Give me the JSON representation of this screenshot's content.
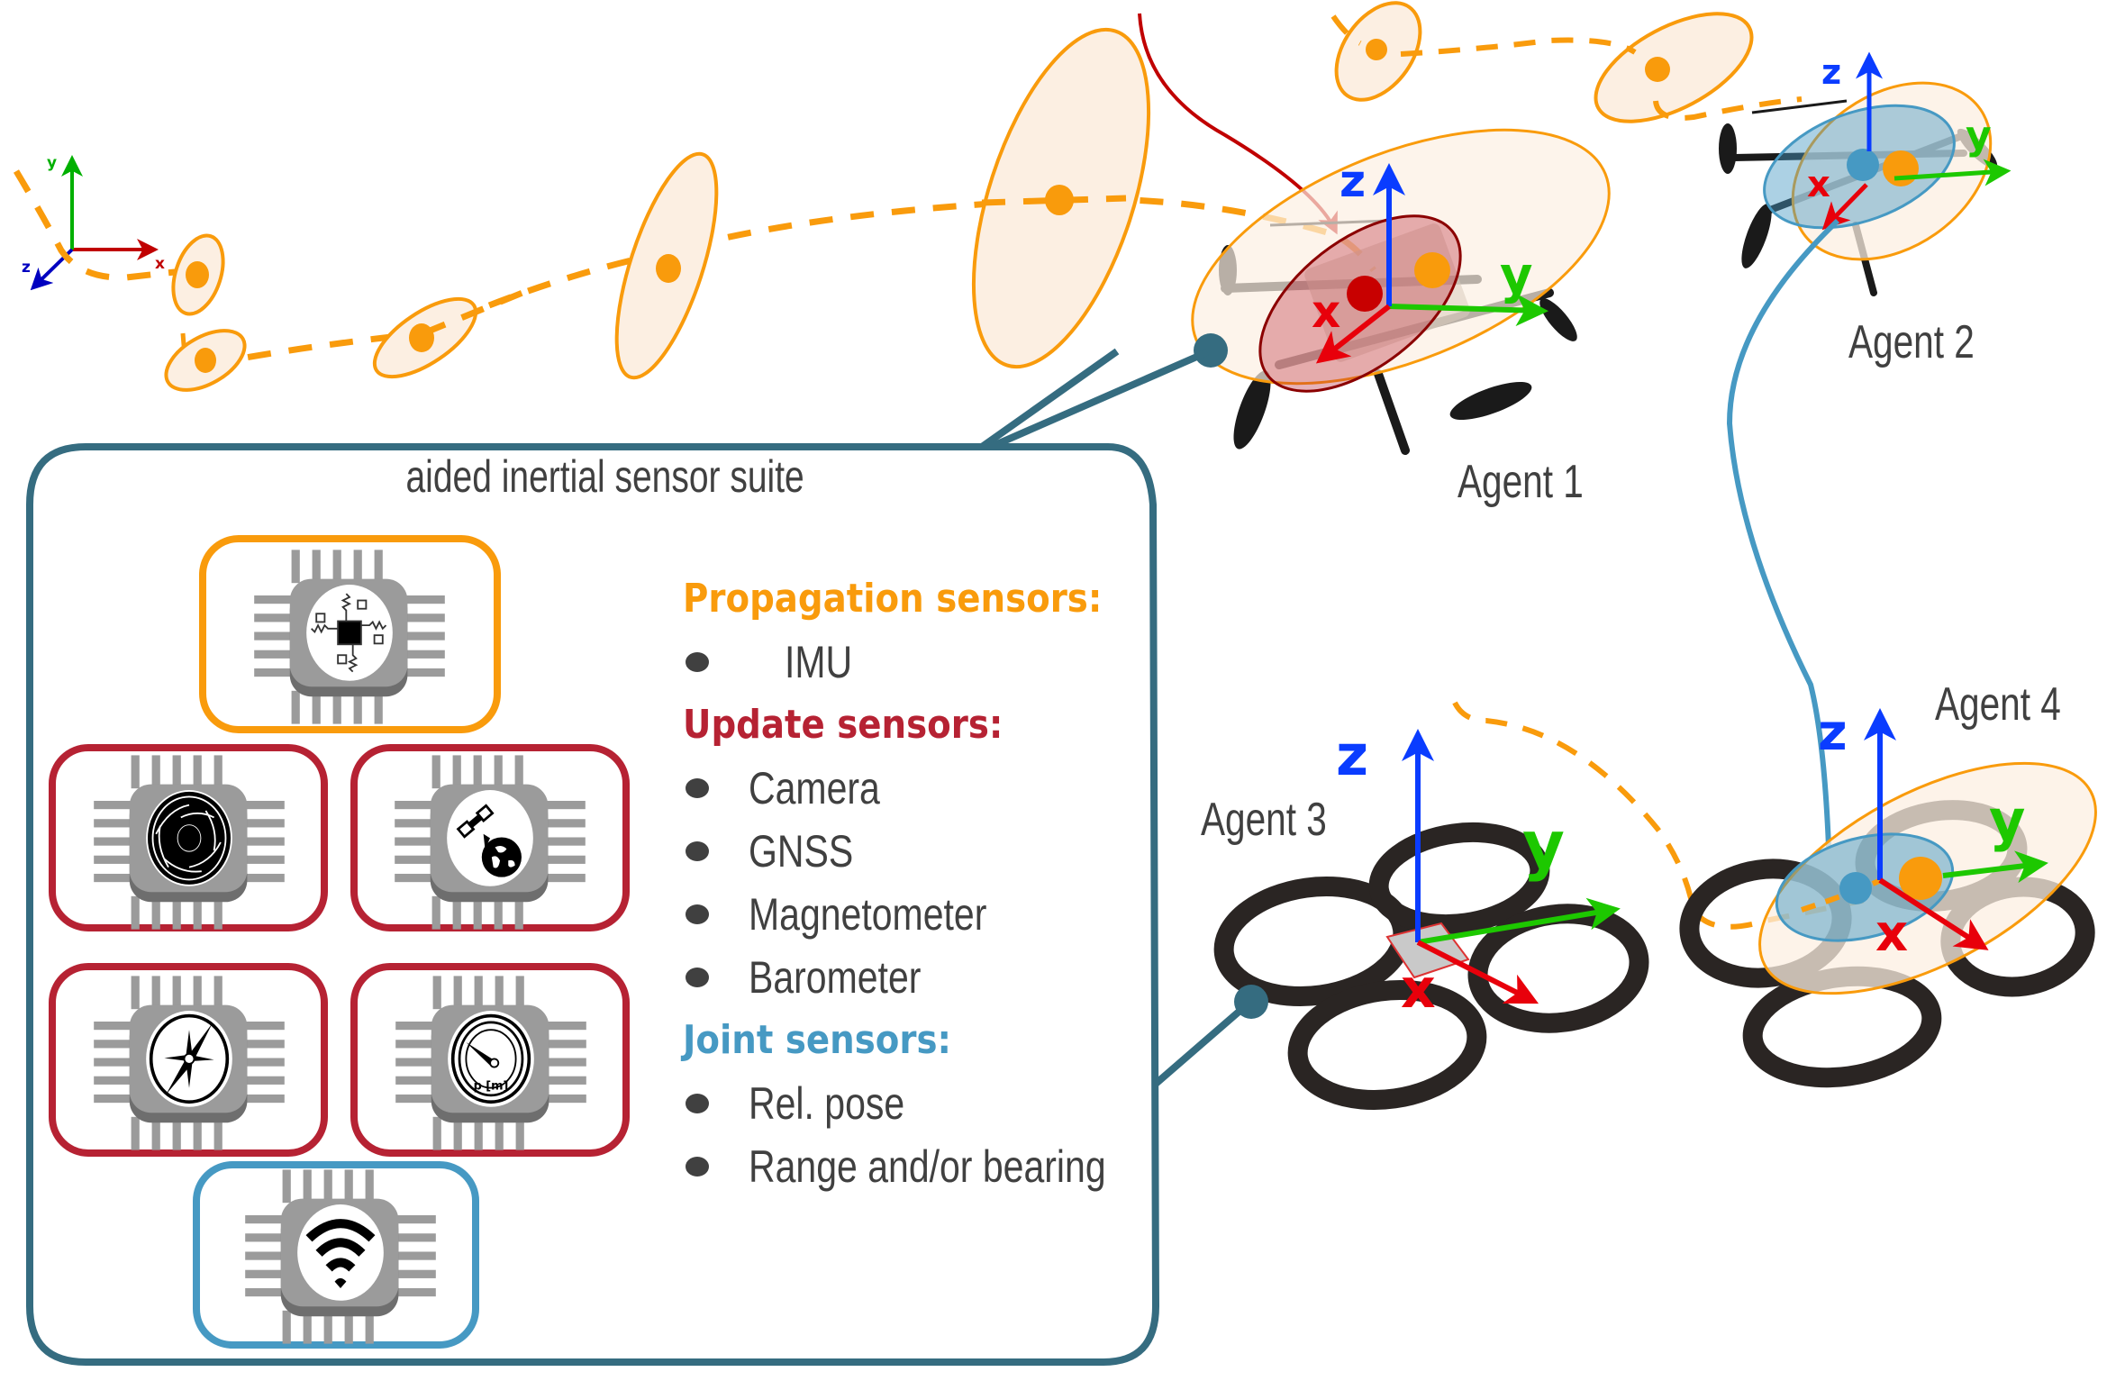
{
  "diagram": {
    "suite_title": "aided inertial sensor suite",
    "colors": {
      "propagation": "#f99b0c",
      "update": "#b62233",
      "joint": "#4699c3",
      "frame_box": "#356c80",
      "text": "#404040",
      "axis_x": "#e8000b",
      "axis_y": "#1dc800",
      "axis_z": "#0a3cff",
      "chip": "#9b9b9b",
      "chip_shadow": "#6e6e6e",
      "uncertainty_fill": "#fcefe2",
      "relative_link": "#4699c3",
      "update_arrow": "#c00000"
    },
    "world_frame": {
      "x_label": "x",
      "y_label": "y",
      "z_label": "z"
    },
    "legend": {
      "groups": [
        {
          "title": "Propagation sensors:",
          "color_key": "propagation",
          "items": [
            "IMU"
          ]
        },
        {
          "title": "Update sensors:",
          "color_key": "update",
          "items": [
            "Camera",
            "GNSS",
            "Magnetometer",
            "Barometer"
          ]
        },
        {
          "title": "Joint sensors:",
          "color_key": "joint",
          "items": [
            "Rel. pose",
            "Range and/or bearing"
          ]
        }
      ]
    },
    "sensor_chips": [
      {
        "name": "imu",
        "icon": "imu-spring-mass-icon",
        "group": "propagation"
      },
      {
        "name": "camera",
        "icon": "camera-aperture-icon",
        "group": "update"
      },
      {
        "name": "gnss",
        "icon": "satellite-globe-icon",
        "group": "update"
      },
      {
        "name": "magnetometer",
        "icon": "compass-icon",
        "group": "update"
      },
      {
        "name": "barometer",
        "icon": "pressure-gauge-icon",
        "group": "update",
        "label": "p [m]"
      },
      {
        "name": "wireless",
        "icon": "wifi-icon",
        "group": "joint"
      }
    ],
    "agents": [
      {
        "label": "Agent 1",
        "frame": {
          "x": "x",
          "y": "y",
          "z": "z"
        }
      },
      {
        "label": "Agent 2",
        "frame": {
          "x": "x",
          "y": "y",
          "z": "z"
        }
      },
      {
        "label": "Agent 3",
        "frame": {
          "x": "x",
          "y": "y",
          "z": "z"
        }
      },
      {
        "label": "Agent 4",
        "frame": {
          "x": "x",
          "y": "y",
          "z": "z"
        }
      }
    ]
  }
}
